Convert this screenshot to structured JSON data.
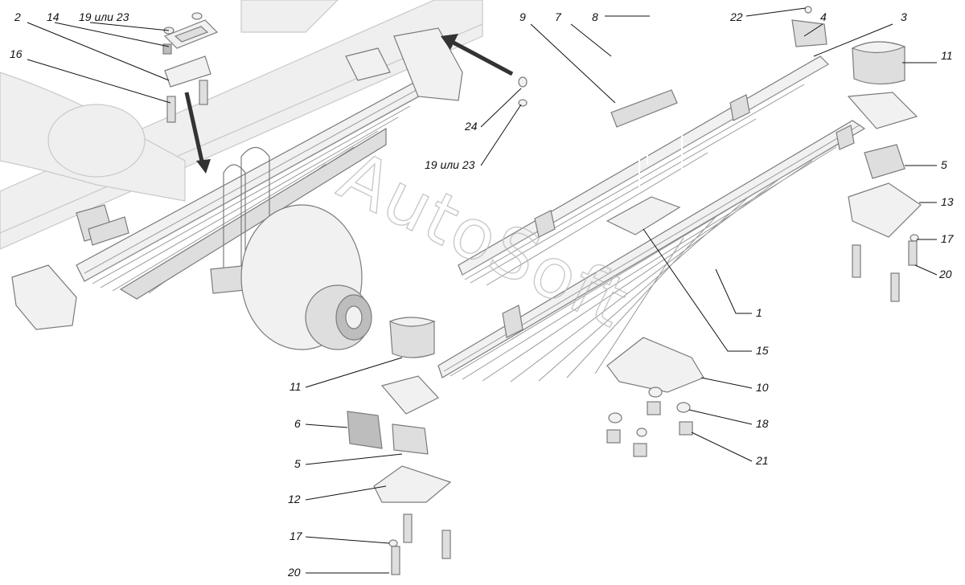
{
  "watermark": "AutoSoft",
  "callouts": {
    "c2": "2",
    "c14": "14",
    "c19a": "19 или 23",
    "c16": "16",
    "c9": "9",
    "c7": "7",
    "c8": "8",
    "c22": "22",
    "c4": "4",
    "c3": "3",
    "c11a": "11",
    "c24": "24",
    "c19b": "19 или 23",
    "c5a": "5",
    "c13": "13",
    "c17a": "17",
    "c20a": "20",
    "c1": "1",
    "c15": "15",
    "c11b": "11",
    "c10": "10",
    "c6": "6",
    "c18": "18",
    "c5b": "5",
    "c21": "21",
    "c12": "12",
    "c17b": "17",
    "c20b": "20"
  }
}
